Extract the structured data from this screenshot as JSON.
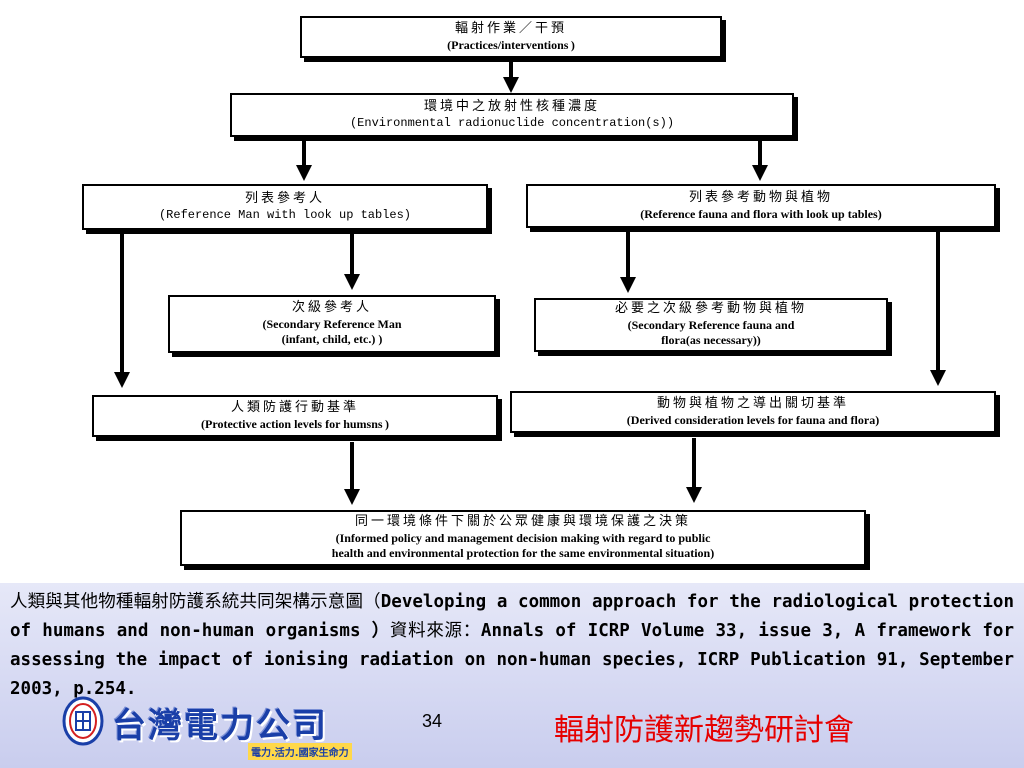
{
  "flowchart": {
    "practices": {
      "zh": "輻射作業／干預",
      "en": "(Practices/interventions )"
    },
    "environment": {
      "zh": "環境中之放射性核種濃度",
      "en": "(Environmental radionuclide concentration(s))"
    },
    "reference_man": {
      "zh": "列表參考人",
      "en": "(Reference Man with look up tables)"
    },
    "reference_fauna": {
      "zh": "列表參考動物與植物",
      "en": "(Reference fauna and flora with look up tables)"
    },
    "secondary_man": {
      "zh": "次級參考人",
      "en1": "(Secondary Reference Man",
      "en2": "(infant, child, etc.) )"
    },
    "secondary_fauna": {
      "zh": "必要之次級參考動物與植物",
      "en1": "(Secondary Reference fauna and",
      "en2": "flora(as necessary))"
    },
    "protective": {
      "zh": "人類防護行動基準",
      "en": "(Protective action levels for humsns )"
    },
    "derived": {
      "zh": "動物與植物之導出關切基準",
      "en": "(Derived consideration levels for fauna and flora)"
    },
    "decision": {
      "zh": "同一環境條件下關於公眾健康與環境保護之決策",
      "en1": "(Informed policy and management decision making with regard to public",
      "en2": "health and environmental protection for the same environmental situation)"
    }
  },
  "caption": {
    "zh": "人類與其他物種輻射防護系統共同架構示意圖（",
    "en": "Developing a common approach for the radiological protection of humans and non-human organisms ）",
    "source_zh": "資料來源：",
    "source_en": "Annals of ICRP Volume 33, issue 3, A framework for assessing the impact of ionising radiation on non-human species, ICRP Publication 91, September 2003,  p.254."
  },
  "footer": {
    "logo_text": "台灣電力公司",
    "slogan": "電力.活力.國家生命力",
    "page_number": "34",
    "seminar_title": "輻射防護新趨勢研討會"
  },
  "colors": {
    "seminar": "#e60000",
    "logo": "#1a3fa8",
    "footer_bg": "#d4d7f2"
  },
  "icons": {
    "logo_emblem": "taipower-emblem-icon"
  }
}
